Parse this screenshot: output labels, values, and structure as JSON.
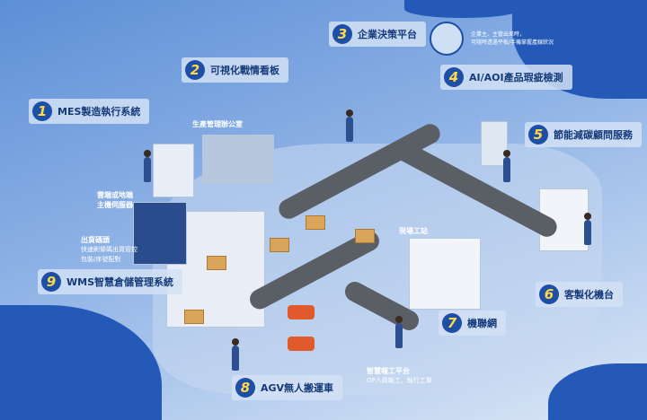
{
  "labels": [
    {
      "num": "1",
      "text": "MES製造執行系統"
    },
    {
      "num": "2",
      "text": "可視化戰情看板"
    },
    {
      "num": "3",
      "text": "企業決策平台"
    },
    {
      "num": "4",
      "text": "AI/AOI產品瑕疵檢測"
    },
    {
      "num": "5",
      "text": "節能減碳顧問服務"
    },
    {
      "num": "6",
      "text": "客製化機台"
    },
    {
      "num": "7",
      "text": "機聯網"
    },
    {
      "num": "8",
      "text": "AGV無人搬運車"
    },
    {
      "num": "9",
      "text": "WMS智慧倉儲管理系統"
    }
  ],
  "captions": {
    "office": "生產管理辦公室",
    "server": [
      "雲端或地端",
      "主機伺服器"
    ],
    "dock_title": "出貨碼頭",
    "dock_lines": [
      "快速刷條碼出貨管控",
      "包裝/序號配對"
    ],
    "station": "現場工站",
    "report_title": "智慧報工平台",
    "report_line": "OP人員報工、執行工單",
    "exec_lines": [
      "企業主、主管出差時，",
      "可隨時透過平板/手機掌握產線狀況"
    ]
  }
}
